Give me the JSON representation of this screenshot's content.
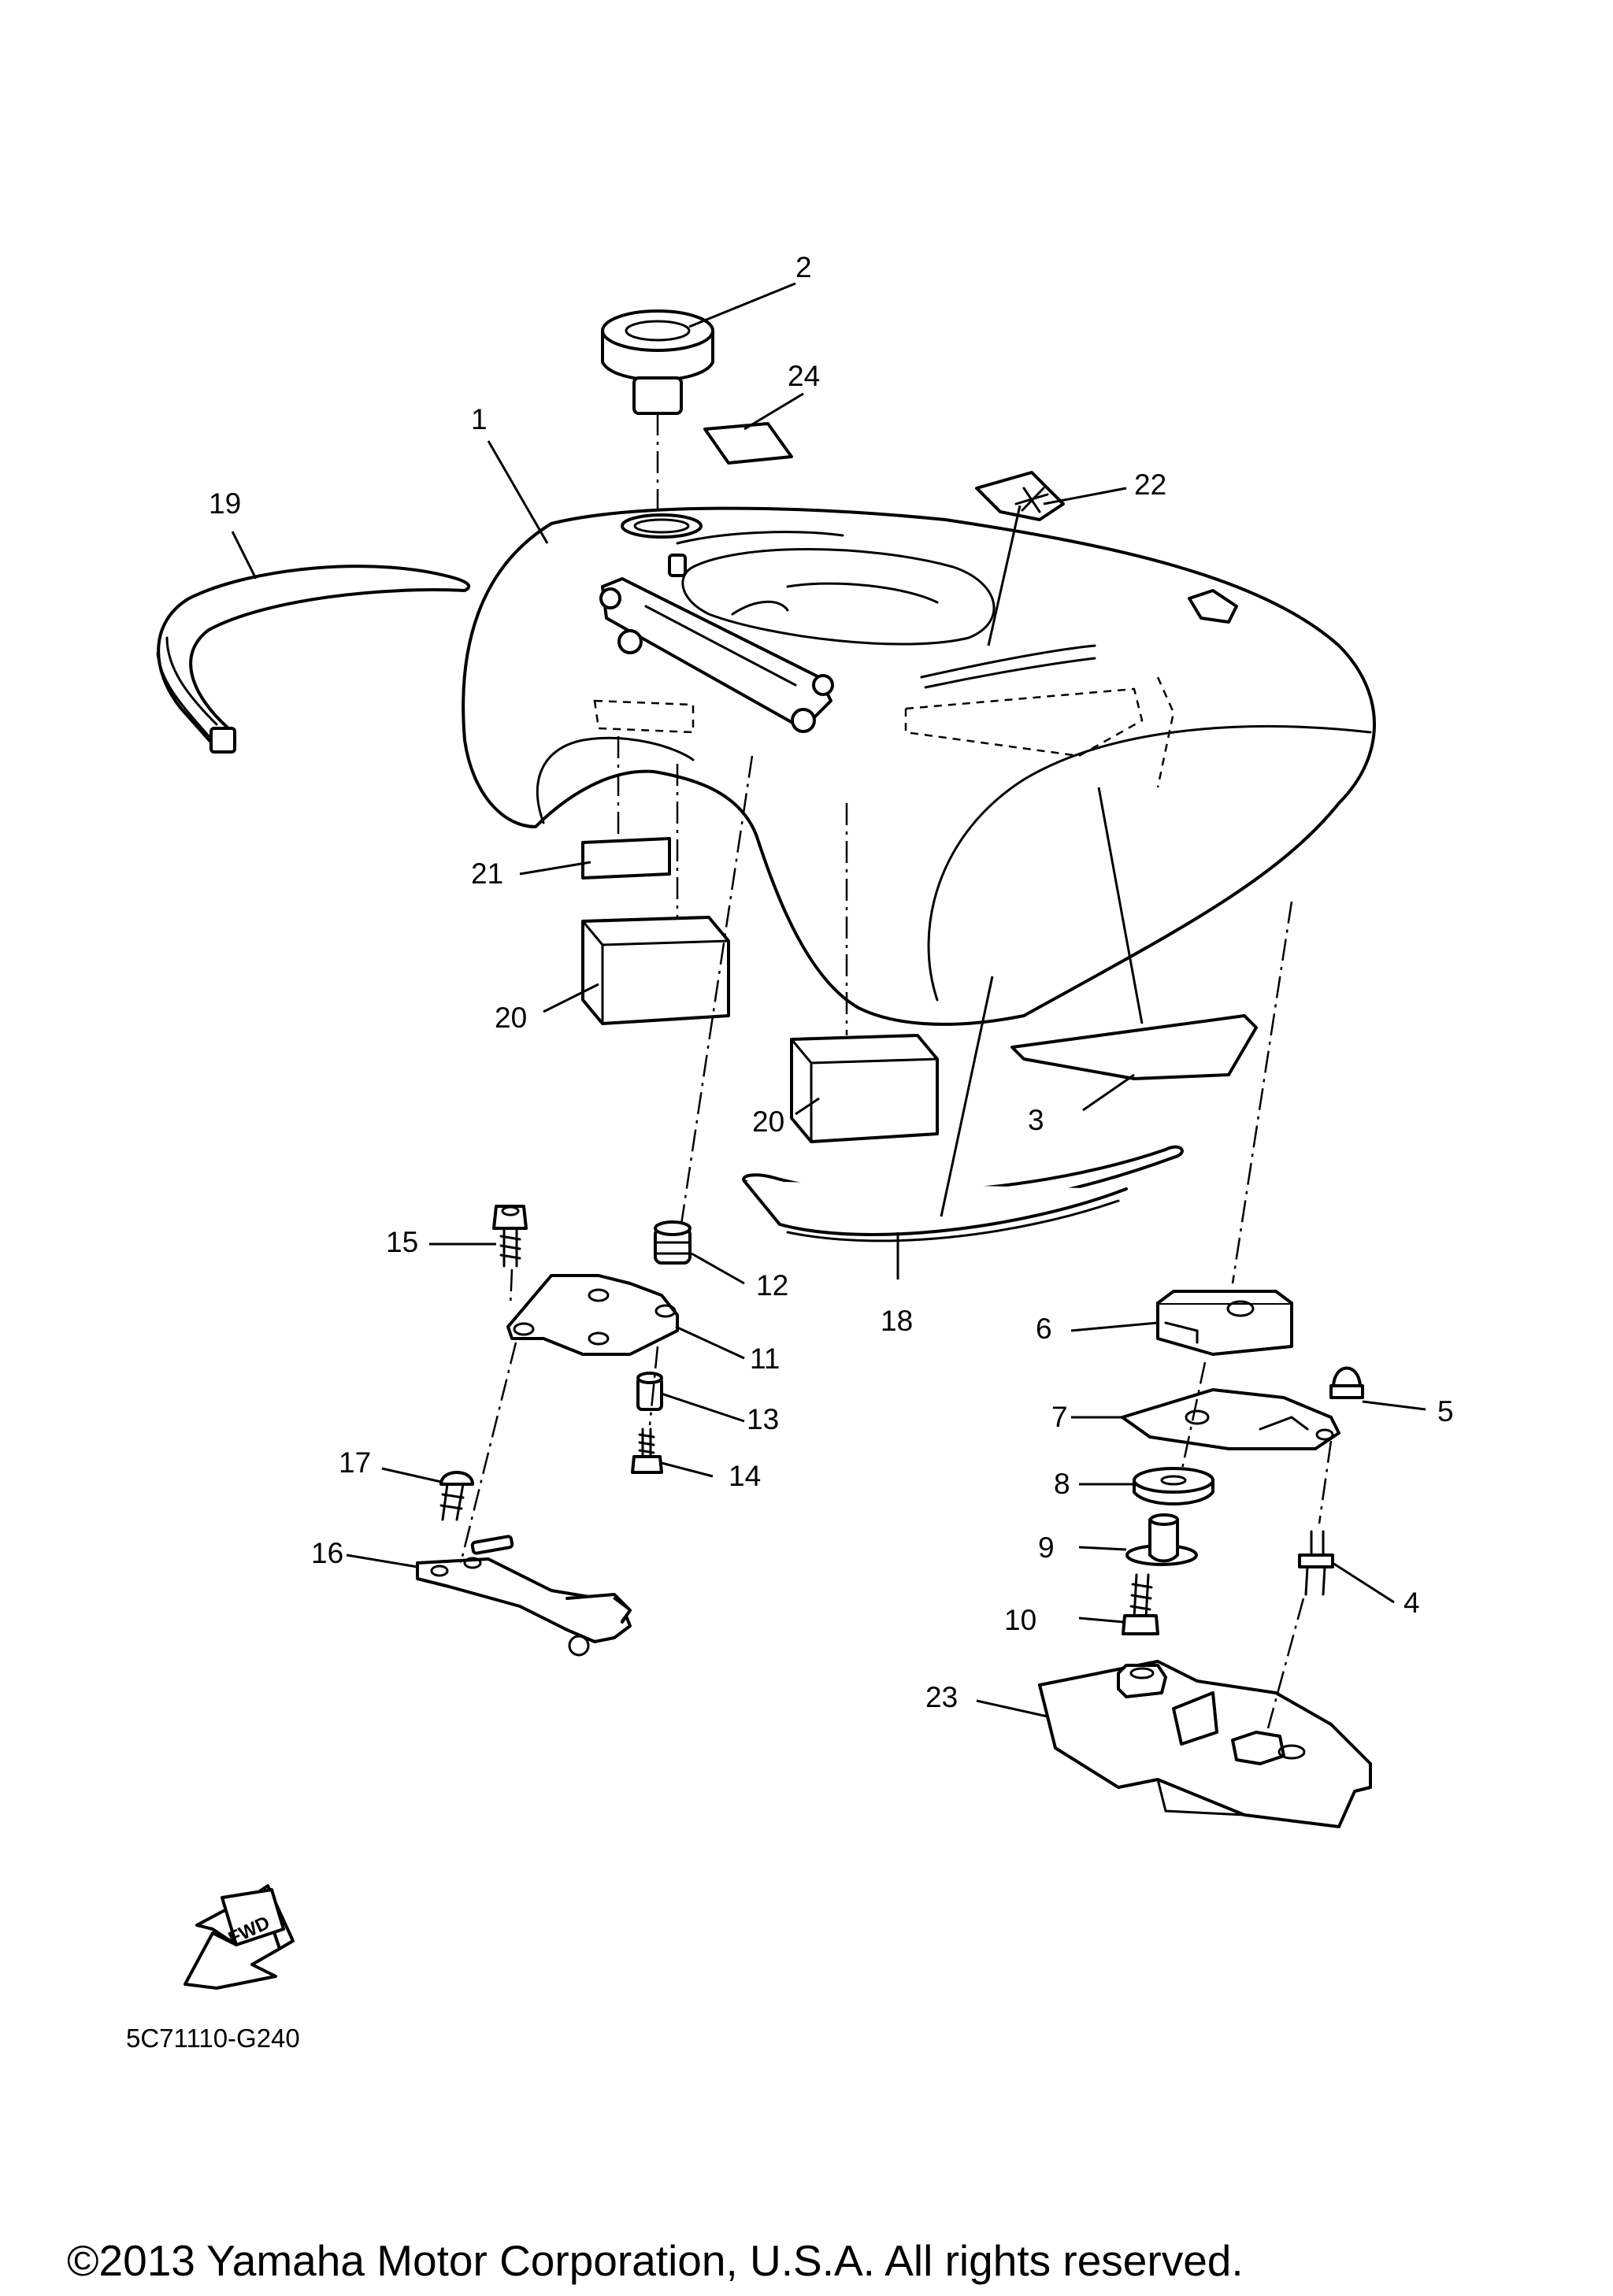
{
  "callouts": {
    "c1": "1",
    "c2": "2",
    "c3": "3",
    "c4": "4",
    "c5": "5",
    "c6": "6",
    "c7": "7",
    "c8": "8",
    "c9": "9",
    "c10": "10",
    "c11": "11",
    "c12": "12",
    "c13": "13",
    "c14": "14",
    "c15": "15",
    "c16": "16",
    "c17": "17",
    "c18": "18",
    "c19": "19",
    "c20a": "20",
    "c20b": "20",
    "c21": "21",
    "c22": "22",
    "c23": "23",
    "c24": "24"
  },
  "fwd_label": "FWD",
  "diagram_code": "5C71110-G240",
  "copyright": "©2013 Yamaha Motor Corporation, U.S.A. All rights reserved."
}
